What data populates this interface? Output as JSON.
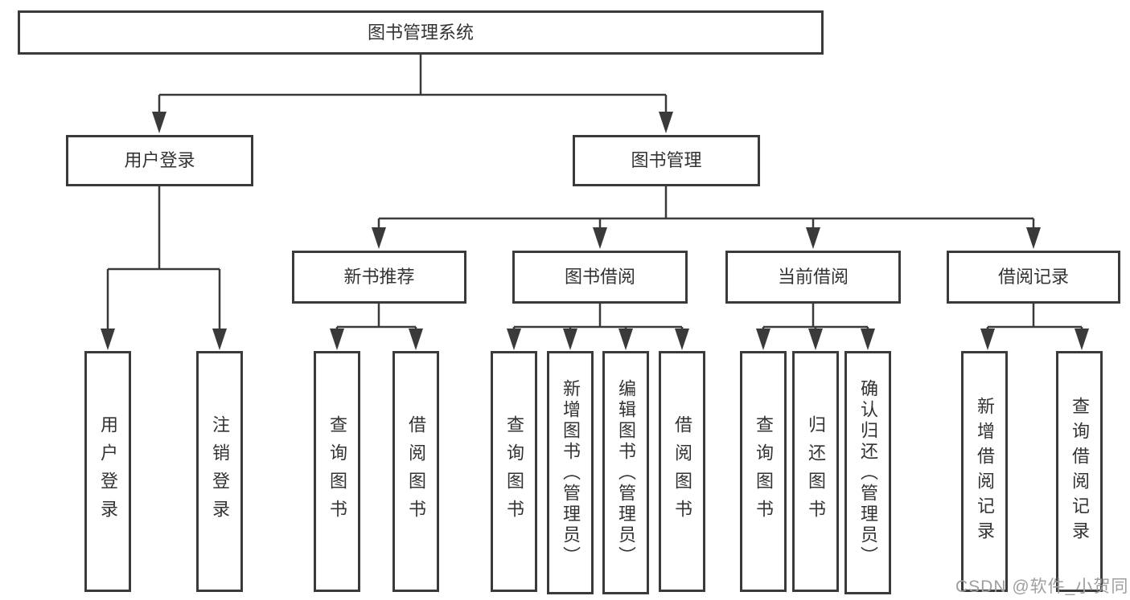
{
  "tree": {
    "root": {
      "label": "图书管理系统"
    },
    "user_login": {
      "label": "用户登录",
      "children": {
        "login": {
          "label": "用户登录"
        },
        "logout": {
          "label": "注销登录"
        }
      }
    },
    "book_mgmt": {
      "label": "图书管理",
      "groups": {
        "new_book": {
          "label": "新书推荐",
          "children": {
            "query": {
              "label": "查询图书"
            },
            "borrow": {
              "label": "借阅图书"
            }
          }
        },
        "borrowing": {
          "label": "图书借阅",
          "children": {
            "query": {
              "label": "查询图书"
            },
            "add": {
              "label": "新增图书（管理员）"
            },
            "edit": {
              "label": "编辑图书（管理员）"
            },
            "borrow": {
              "label": "借阅图书"
            }
          }
        },
        "current": {
          "label": "当前借阅",
          "children": {
            "query": {
              "label": "查询图书"
            },
            "return": {
              "label": "归还图书"
            },
            "confirm": {
              "label": "确认归还（管理员）"
            }
          }
        },
        "records": {
          "label": "借阅记录",
          "children": {
            "add": {
              "label": "新增借阅记录"
            },
            "query": {
              "label": "查询借阅记录"
            }
          }
        }
      }
    }
  },
  "watermark": {
    "text": "CSDN @软件_小贺同学"
  },
  "colors": {
    "line": "#3a3a3a",
    "text": "#333333",
    "watermark": "#9e9e9e",
    "background": "#ffffff"
  }
}
